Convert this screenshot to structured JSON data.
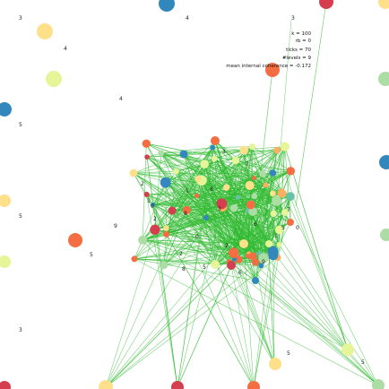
{
  "colors": {
    "edge": "#33bb33",
    "edge_light": "#77cc77",
    "background": "#ffffff",
    "palette": [
      "#d53e4f",
      "#f46d43",
      "#fdae61",
      "#fee08b",
      "#e6f598",
      "#abdda4",
      "#66c2a5",
      "#3288bd"
    ]
  },
  "info": {
    "k": "k = 100",
    "rb": "rb = 0",
    "ticks": "ticks = 70",
    "levels": "#levels = 9",
    "coherence": "mean internal coherence = -0.172"
  },
  "labels": {
    "edge_left": [
      "3",
      "4",
      "5",
      "5",
      "5",
      "3"
    ],
    "top": [
      "4",
      "3"
    ],
    "mid": [
      "4",
      "4",
      "5",
      "5",
      "5"
    ],
    "center_a": [
      "3",
      "2",
      "7",
      "8",
      "1",
      "2",
      "0"
    ],
    "center_b": [
      "9",
      "1",
      "8",
      "0",
      "3",
      "6",
      "7",
      "1"
    ],
    "center_c": [
      "2",
      "8",
      "6",
      "5",
      "0",
      "2",
      "9"
    ]
  }
}
